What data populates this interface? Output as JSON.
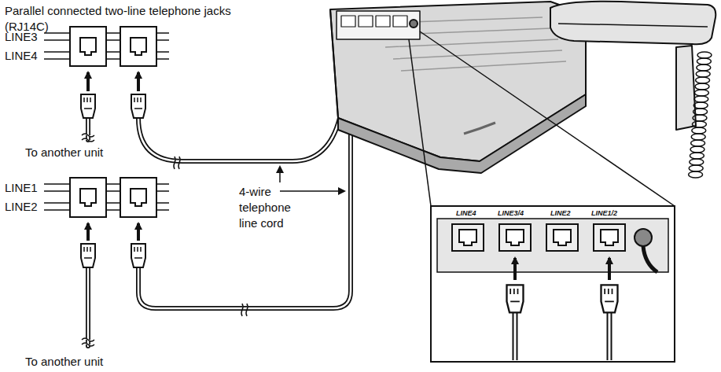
{
  "diagram": {
    "labels": [
      "Parallel connected two-line telephone jacks (RJ14C)",
      "LINE3",
      "LINE4",
      "To another unit",
      "LINE1",
      "LINE2",
      "To another unit",
      "4-wire telephone line cord",
      "LINE4",
      "LINE3/4",
      "LINE2",
      "LINE1/2"
    ]
  }
}
